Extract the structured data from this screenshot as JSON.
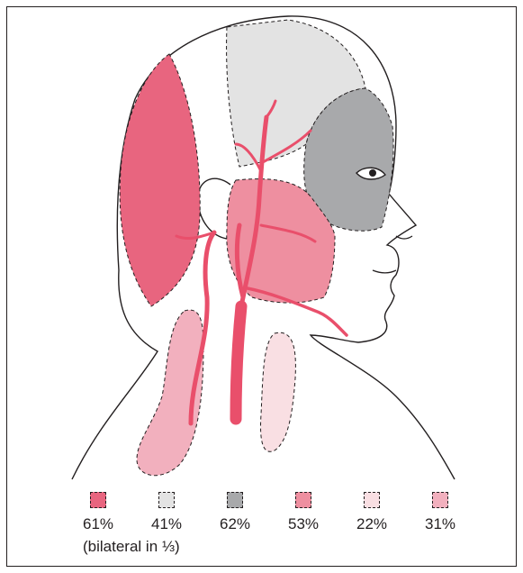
{
  "colors": {
    "occipital": "#e8657f",
    "parietal": "#e3e3e3",
    "frontal": "#a8a9ab",
    "parotid": "#ee8fa0",
    "neck_anterior": "#f9dfe3",
    "neck_posterior": "#f2b0be",
    "artery": "#e94f6b",
    "outline": "#231f20"
  },
  "legend": [
    {
      "id": "occipital",
      "label": "61%",
      "color": "#e8657f"
    },
    {
      "id": "parietal",
      "label": "41%",
      "color": "#e3e3e3"
    },
    {
      "id": "frontal",
      "label": "62%",
      "color": "#a8a9ab"
    },
    {
      "id": "parotid",
      "label": "53%",
      "color": "#ee8fa0"
    },
    {
      "id": "neck-anterior",
      "label": "22%",
      "color": "#f9dfe3"
    },
    {
      "id": "neck-posterior",
      "label": "31%",
      "color": "#f2b0be"
    }
  ],
  "legend_note": "(bilateral in ⅓)"
}
